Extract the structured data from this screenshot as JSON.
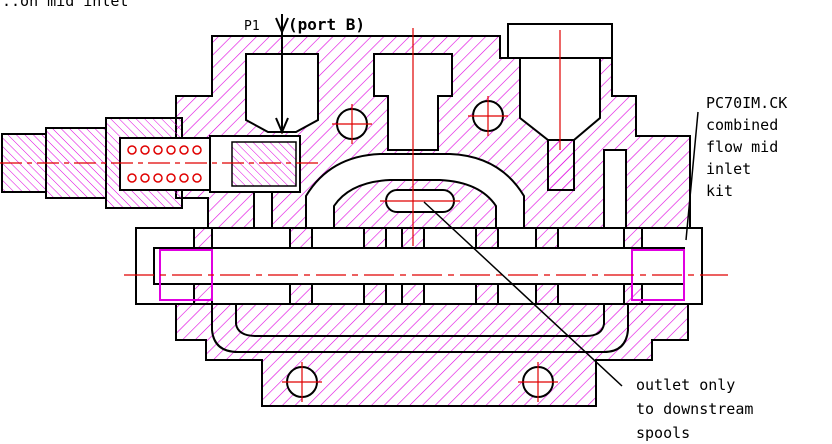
{
  "header": {
    "top_left_partial": "..on mid inlet",
    "port_label_prefix": "P1",
    "port_label": "(port B)"
  },
  "callouts": {
    "kit_lines": [
      "PC70IM.CK",
      "combined",
      "flow mid",
      "inlet",
      "kit"
    ],
    "outlet_lines": [
      "outlet only",
      "to downstream",
      "spools"
    ]
  },
  "colors": {
    "hatch": "#e000e0",
    "outline": "#000000",
    "centerline": "#e00000",
    "background": "#ffffff"
  }
}
